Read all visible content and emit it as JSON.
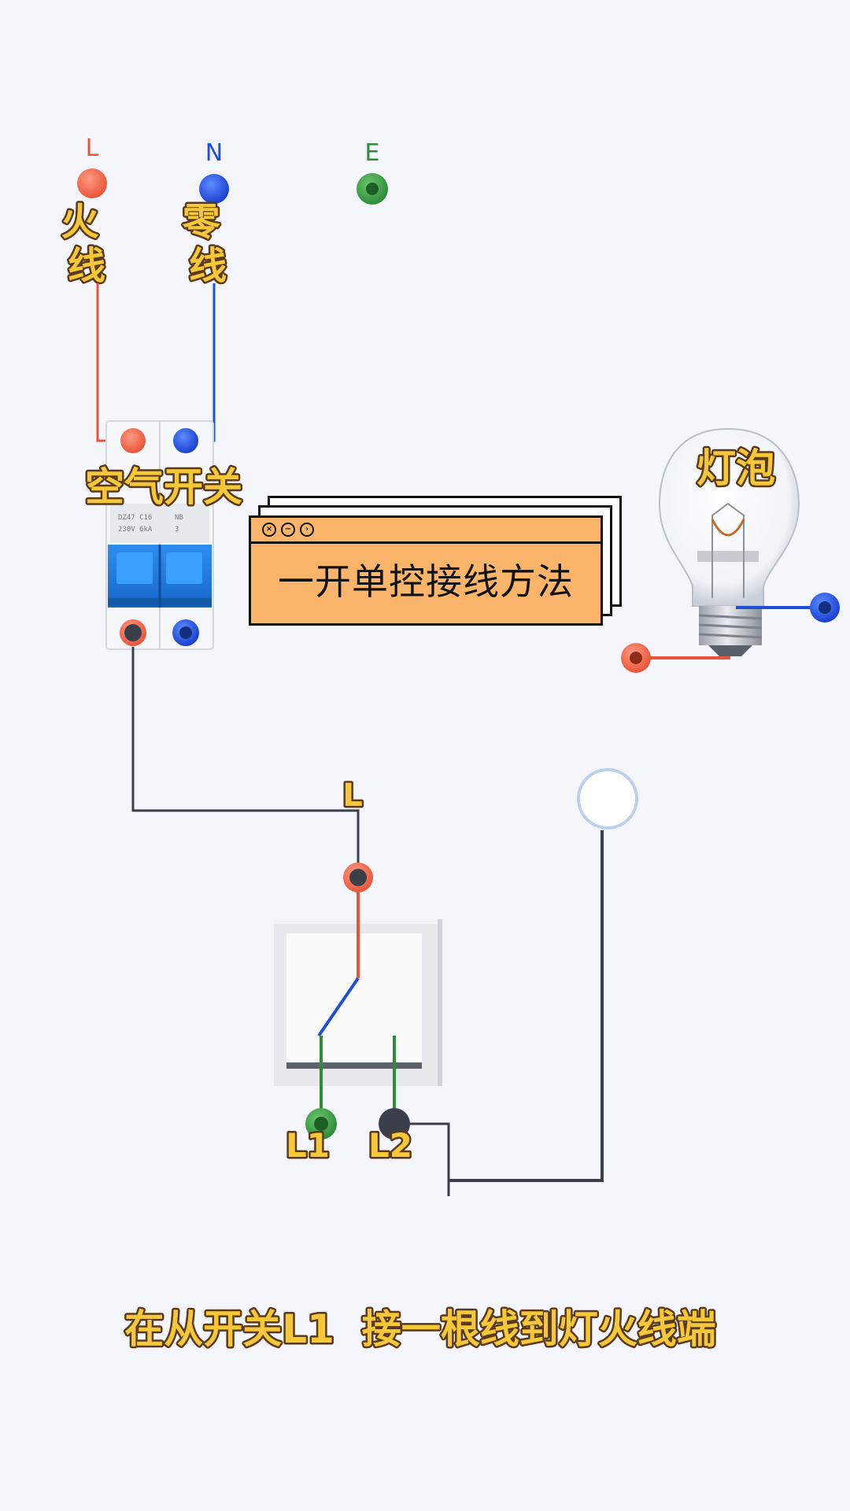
{
  "terminals": {
    "live_letter": "L",
    "neutral_letter": "N",
    "earth_letter": "E",
    "live_name": "火线",
    "neutral_name": "零线"
  },
  "breaker_label": "空气开关",
  "title_card": {
    "title": "一开单控接线方法",
    "window_icons": [
      "close-icon",
      "minimize-icon",
      "forward-icon"
    ]
  },
  "bulb_label": "灯泡",
  "switch": {
    "input_label": "L",
    "output1_label": "L1",
    "output2_label": "L2"
  },
  "caption": "在从开关L1  接一根线到灯火线端",
  "colors": {
    "live": "#e8553a",
    "neutral": "#1f4fd6",
    "earth": "#2e8b3a",
    "wire_dark": "#3a3f4a",
    "label_fill": "#f5c83a",
    "card_fill": "#fbb56a",
    "breaker_blue": "#1f7fe0"
  }
}
